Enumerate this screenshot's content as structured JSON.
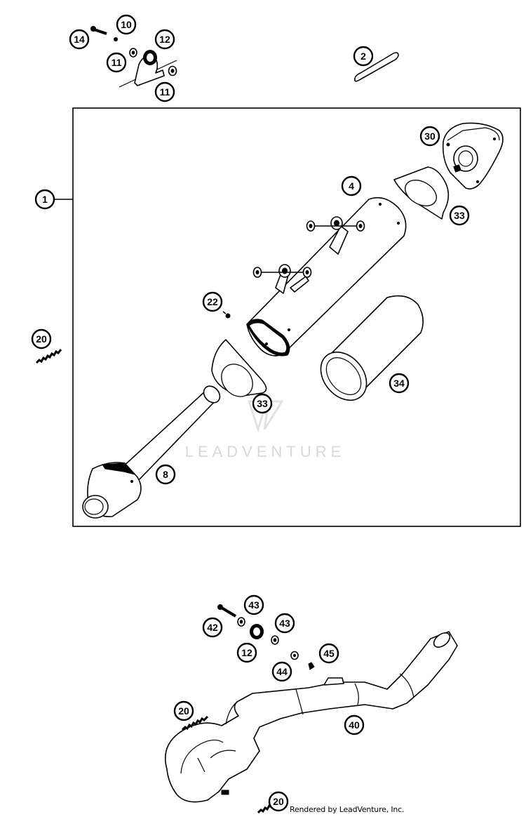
{
  "callouts": {
    "c1": "1",
    "c2": "2",
    "c4": "4",
    "c8": "8",
    "c10": "10",
    "c11a": "11",
    "c11b": "11",
    "c12a": "12",
    "c12b": "12",
    "c14": "14",
    "c20a": "20",
    "c20b": "20",
    "c20c": "20",
    "c22": "22",
    "c30": "30",
    "c33a": "33",
    "c33b": "33",
    "c34": "34",
    "c40": "40",
    "c42": "42",
    "c43a": "43",
    "c43b": "43",
    "c44": "44",
    "c45": "45"
  },
  "watermark": {
    "text": "LEADVENTURE"
  },
  "footer": {
    "credit": "Rendered by LeadVenture, Inc."
  }
}
